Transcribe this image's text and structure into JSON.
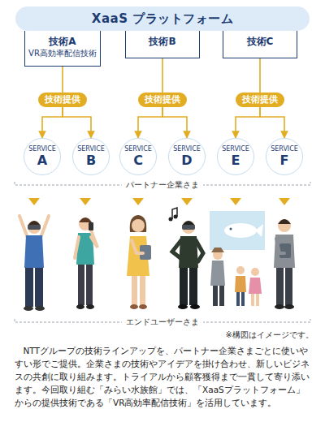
{
  "diagram": {
    "caption": "NTTグループの技術ラインアップを、パートナー企業さまごとに使いやすい形でご提供。企業さまの技術やアイデアを掛け合わせ、新しいビジネスの共創に取り組みます。トライアルから顧客獲得まで一貫して寄り添います。今回取り組む「みらい水族館」では、「XaaSプラットフォーム」からの提供技術である「VR高効率配信技術」を活用しています。",
    "nodes": [
      {
        "text": [
          "XaaS プラットフォーム"
        ]
      },
      {
        "text": [
          "技術A",
          "VR高効率配信技術"
        ]
      },
      {
        "text": [
          "技術B"
        ]
      },
      {
        "text": [
          "技術C"
        ]
      },
      {
        "text": [
          "技術提供"
        ]
      },
      {
        "text": [
          "技術提供"
        ]
      },
      {
        "text": [
          "技術提供"
        ]
      },
      {
        "text": [
          "SERVICE",
          "A"
        ]
      },
      {
        "text": [
          "SERVICE",
          "B"
        ]
      },
      {
        "text": [
          "SERVICE",
          "C"
        ]
      },
      {
        "text": [
          "SERVICE",
          "D"
        ]
      },
      {
        "text": [
          "SERVICE",
          "E"
        ]
      },
      {
        "text": [
          "SERVICE",
          "F"
        ]
      }
    ],
    "edges": [
      {
        "from": 1,
        "to": 4,
        "arrow": "none"
      },
      {
        "from": 2,
        "to": 5,
        "arrow": "none"
      },
      {
        "from": 3,
        "to": 6,
        "arrow": "none"
      },
      {
        "from": 4,
        "to": 7,
        "arrow": "to"
      },
      {
        "from": 4,
        "to": 8,
        "arrow": "to"
      },
      {
        "from": 5,
        "to": 9,
        "arrow": "to"
      },
      {
        "from": 5,
        "to": 10,
        "arrow": "to"
      },
      {
        "from": 6,
        "to": 11,
        "arrow": "to"
      },
      {
        "from": 6,
        "to": 12,
        "arrow": "to"
      }
    ],
    "labels": [
      "パートナー企業さま",
      "エンドユーザーさま",
      "※構図はイメージです。"
    ]
  }
}
